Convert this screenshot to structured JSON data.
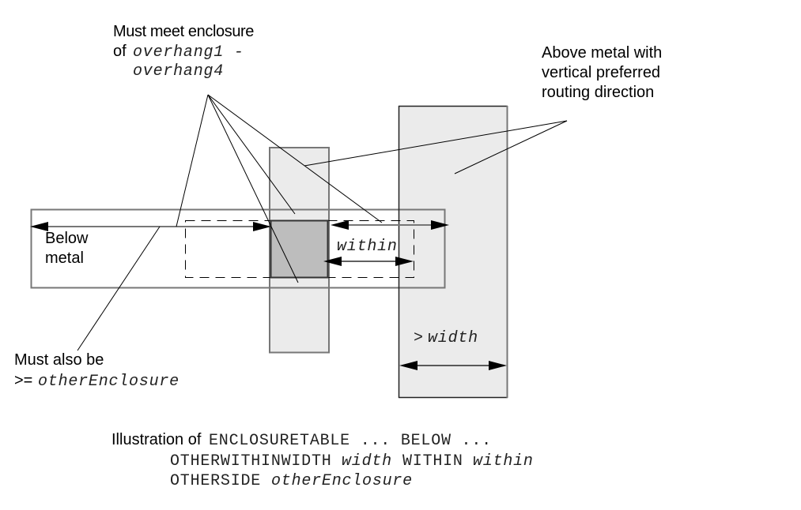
{
  "diagram": {
    "enclosure_note": {
      "line1": "Must meet enclosure",
      "line2_prefix": "of",
      "line2_code": "overhang1 -",
      "line3_code": "overhang4"
    },
    "above_metal_note": {
      "lines": [
        "Above metal with",
        "vertical preferred",
        "routing direction"
      ]
    },
    "below_metal_label": {
      "lines": [
        "Below",
        "metal"
      ]
    },
    "within_label": "within",
    "width_label": {
      "prefix": ">",
      "code": "width"
    },
    "other_enclosure_note": {
      "line1": "Must also be",
      "line2_prefix": ">=",
      "line2_code": "otherEnclosure"
    },
    "colors": {
      "metal_fill": "#ebebeb",
      "via_fill": "#bdbdbd",
      "metal_outline": "#777777",
      "via_outline": "#333333",
      "annotation": "#000000"
    }
  },
  "caption": {
    "line1": {
      "text": "Illustration of",
      "code": "ENCLOSURETABLE ... BELOW ..."
    },
    "line2": {
      "keyword1": "OTHERWITHINWIDTH",
      "param1": "width",
      "keyword2": "WITHIN",
      "param2": "within"
    },
    "line3": {
      "keyword": "OTHERSIDE",
      "param": "otherEnclosure"
    }
  }
}
